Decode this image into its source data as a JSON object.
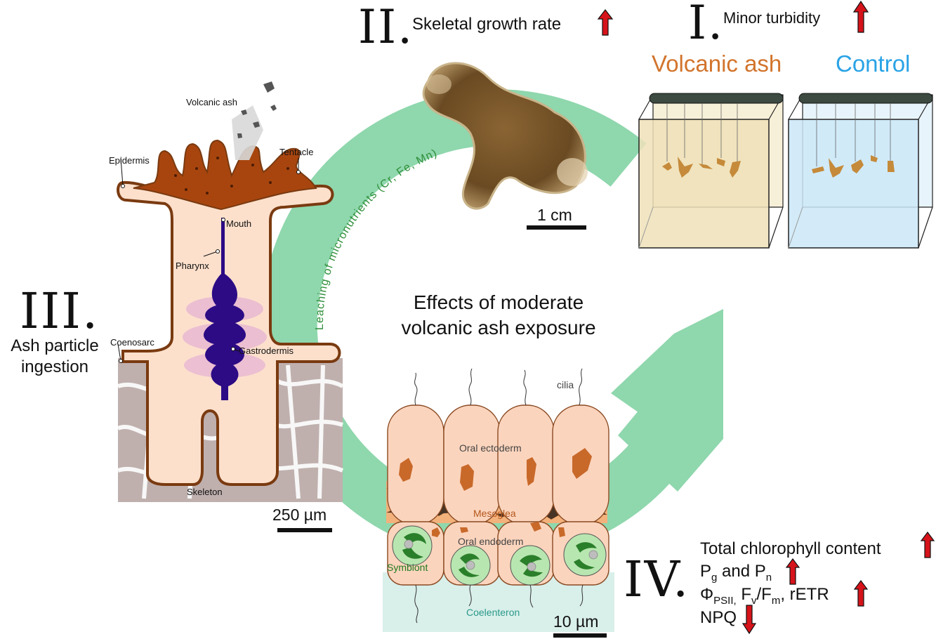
{
  "title": {
    "line1": "Effects of moderate",
    "line2": "volcanic ash exposure"
  },
  "cycle_arc_label": "Leaching of micronutrients (Cr, Fe, Mn)",
  "step1": {
    "numeral": "I.",
    "text": "Minor turbidity",
    "trend": "up"
  },
  "step2": {
    "numeral": "II.",
    "text": "Skeletal growth rate",
    "trend": "up"
  },
  "step3": {
    "numeral": "III.",
    "line1": "Ash particle",
    "line2": "ingestion"
  },
  "step4": {
    "numeral": "IV.",
    "items": [
      {
        "text": "Total chlorophyll content",
        "trend": "up"
      },
      {
        "text_main": "P",
        "sub1": "g",
        "mid": " and P",
        "sub2": "n",
        "trend": "up"
      },
      {
        "text_main": "Φ",
        "sub1": "PSII,",
        "mid": " F",
        "sub2": "v",
        "mid2": "/F",
        "sub3": "m",
        "tail": ", rETR",
        "trend": "up"
      },
      {
        "text": "NPQ",
        "trend": "down"
      }
    ]
  },
  "tanks": {
    "ash_label": "Volcanic ash",
    "control_label": "Control",
    "ash_color": "#d2742c",
    "control_color": "#2aa3e6"
  },
  "coral_photo": {
    "scale_label": "1 cm"
  },
  "polyp": {
    "labels": {
      "volcanic_ash": "Volcanic ash",
      "tentacle": "Tentacle",
      "epidermis": "Epidermis",
      "mouth": "Mouth",
      "pharynx": "Pharynx",
      "coenosarc": "Coenosarc",
      "gastrodermis": "Gastrodermis",
      "skeleton": "Skeleton"
    },
    "scale_label": "250 µm"
  },
  "tissue": {
    "labels": {
      "cilia": "cilia",
      "oral_ectoderm": "Oral ectoderm",
      "mesoglea": "Mesoglea",
      "oral_endoderm": "Oral endoderm",
      "symbiont": "Symbiont",
      "coelenteron": "Coelenteron"
    },
    "scale_label": "10 µm"
  },
  "colors": {
    "cycle_green": "#8fd7ad",
    "arrow_red": "#d6131a",
    "polyp_fill": "#fce0cc",
    "polyp_outline": "#7a3a10",
    "tentacle_brown": "#a8450e",
    "gastro_purple": "#2c0b85",
    "ectoderm_cell": "#fbd4bd",
    "mesoglea": "#f3b27c",
    "coelenteron": "#d9efea",
    "symbiont_green": "#b8e6b0",
    "symbiont_dark": "#2a7f2a",
    "skeleton_gray": "#bfb0ae"
  }
}
